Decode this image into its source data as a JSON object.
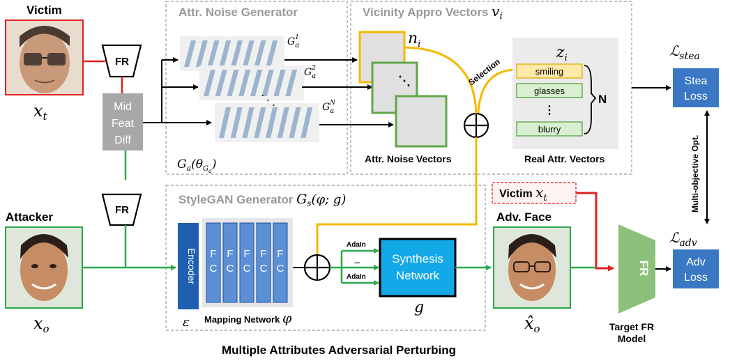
{
  "victim": {
    "label": "Victim",
    "symbol": "x_t"
  },
  "attacker": {
    "label": "Attacker",
    "symbol": "x_o"
  },
  "fr_top": "FR",
  "fr_bottom": "FR",
  "mid_feat": [
    "Mid",
    "Feat",
    "Diff"
  ],
  "attr_noise_generator": {
    "title": "Attr. Noise Generator",
    "g_labels": [
      "G_a^1",
      "G_a^2",
      "G_a^N"
    ],
    "param_label": "G_a(θ_{G_a})"
  },
  "vicinity": {
    "title": "Vicinity Appro Vectors v_i",
    "n_i": "n_i",
    "z_i": "z_i",
    "selection": "Selection",
    "attributes": [
      "smiling",
      "glasses",
      "blurry"
    ],
    "n_label": "N",
    "attr_noise_vectors": "Attr. Noise Vectors",
    "real_attr_vectors": "Real Attr. Vectors"
  },
  "stylegan": {
    "title": "StyleGAN Generator G_s(φ; g)",
    "encoder": "Encoder",
    "encoder_symbol": "ε",
    "fc_label": "FC",
    "fc_count": 5,
    "mapping": "Mapping Network φ",
    "adain_top": "AdaIn",
    "adain_mid": "...",
    "adain_bottom": "AdaIn",
    "synthesis": "Synthesis Network",
    "g": "g"
  },
  "victim_xt_box": "Victim x_t",
  "adv_face": {
    "label": "Adv. Face",
    "symbol": "x̂_o"
  },
  "target_fr": {
    "label": "FR",
    "caption": [
      "Target FR",
      "Model"
    ]
  },
  "stea": {
    "symbol": "L_stea",
    "box": [
      "Stea",
      "Loss"
    ]
  },
  "adv": {
    "symbol": "L_adv",
    "box": [
      "Adv",
      "Loss"
    ]
  },
  "multi_objective": "Multi-objective Opt.",
  "caption": "Multiple Attributes Adversarial Perturbing",
  "colors": {
    "green": "#2aa84a",
    "red": "#e02020",
    "yellow": "#f5b800",
    "loss_blue": "#3a77c4",
    "encoder_blue": "#1f5fb0",
    "fc_blue": "#5b8fd6",
    "synth_blue": "#13a8e8",
    "fr_green": "#8dc07a",
    "gen_gray": "#9db4cf",
    "mid_gray": "#a8a8a8"
  }
}
